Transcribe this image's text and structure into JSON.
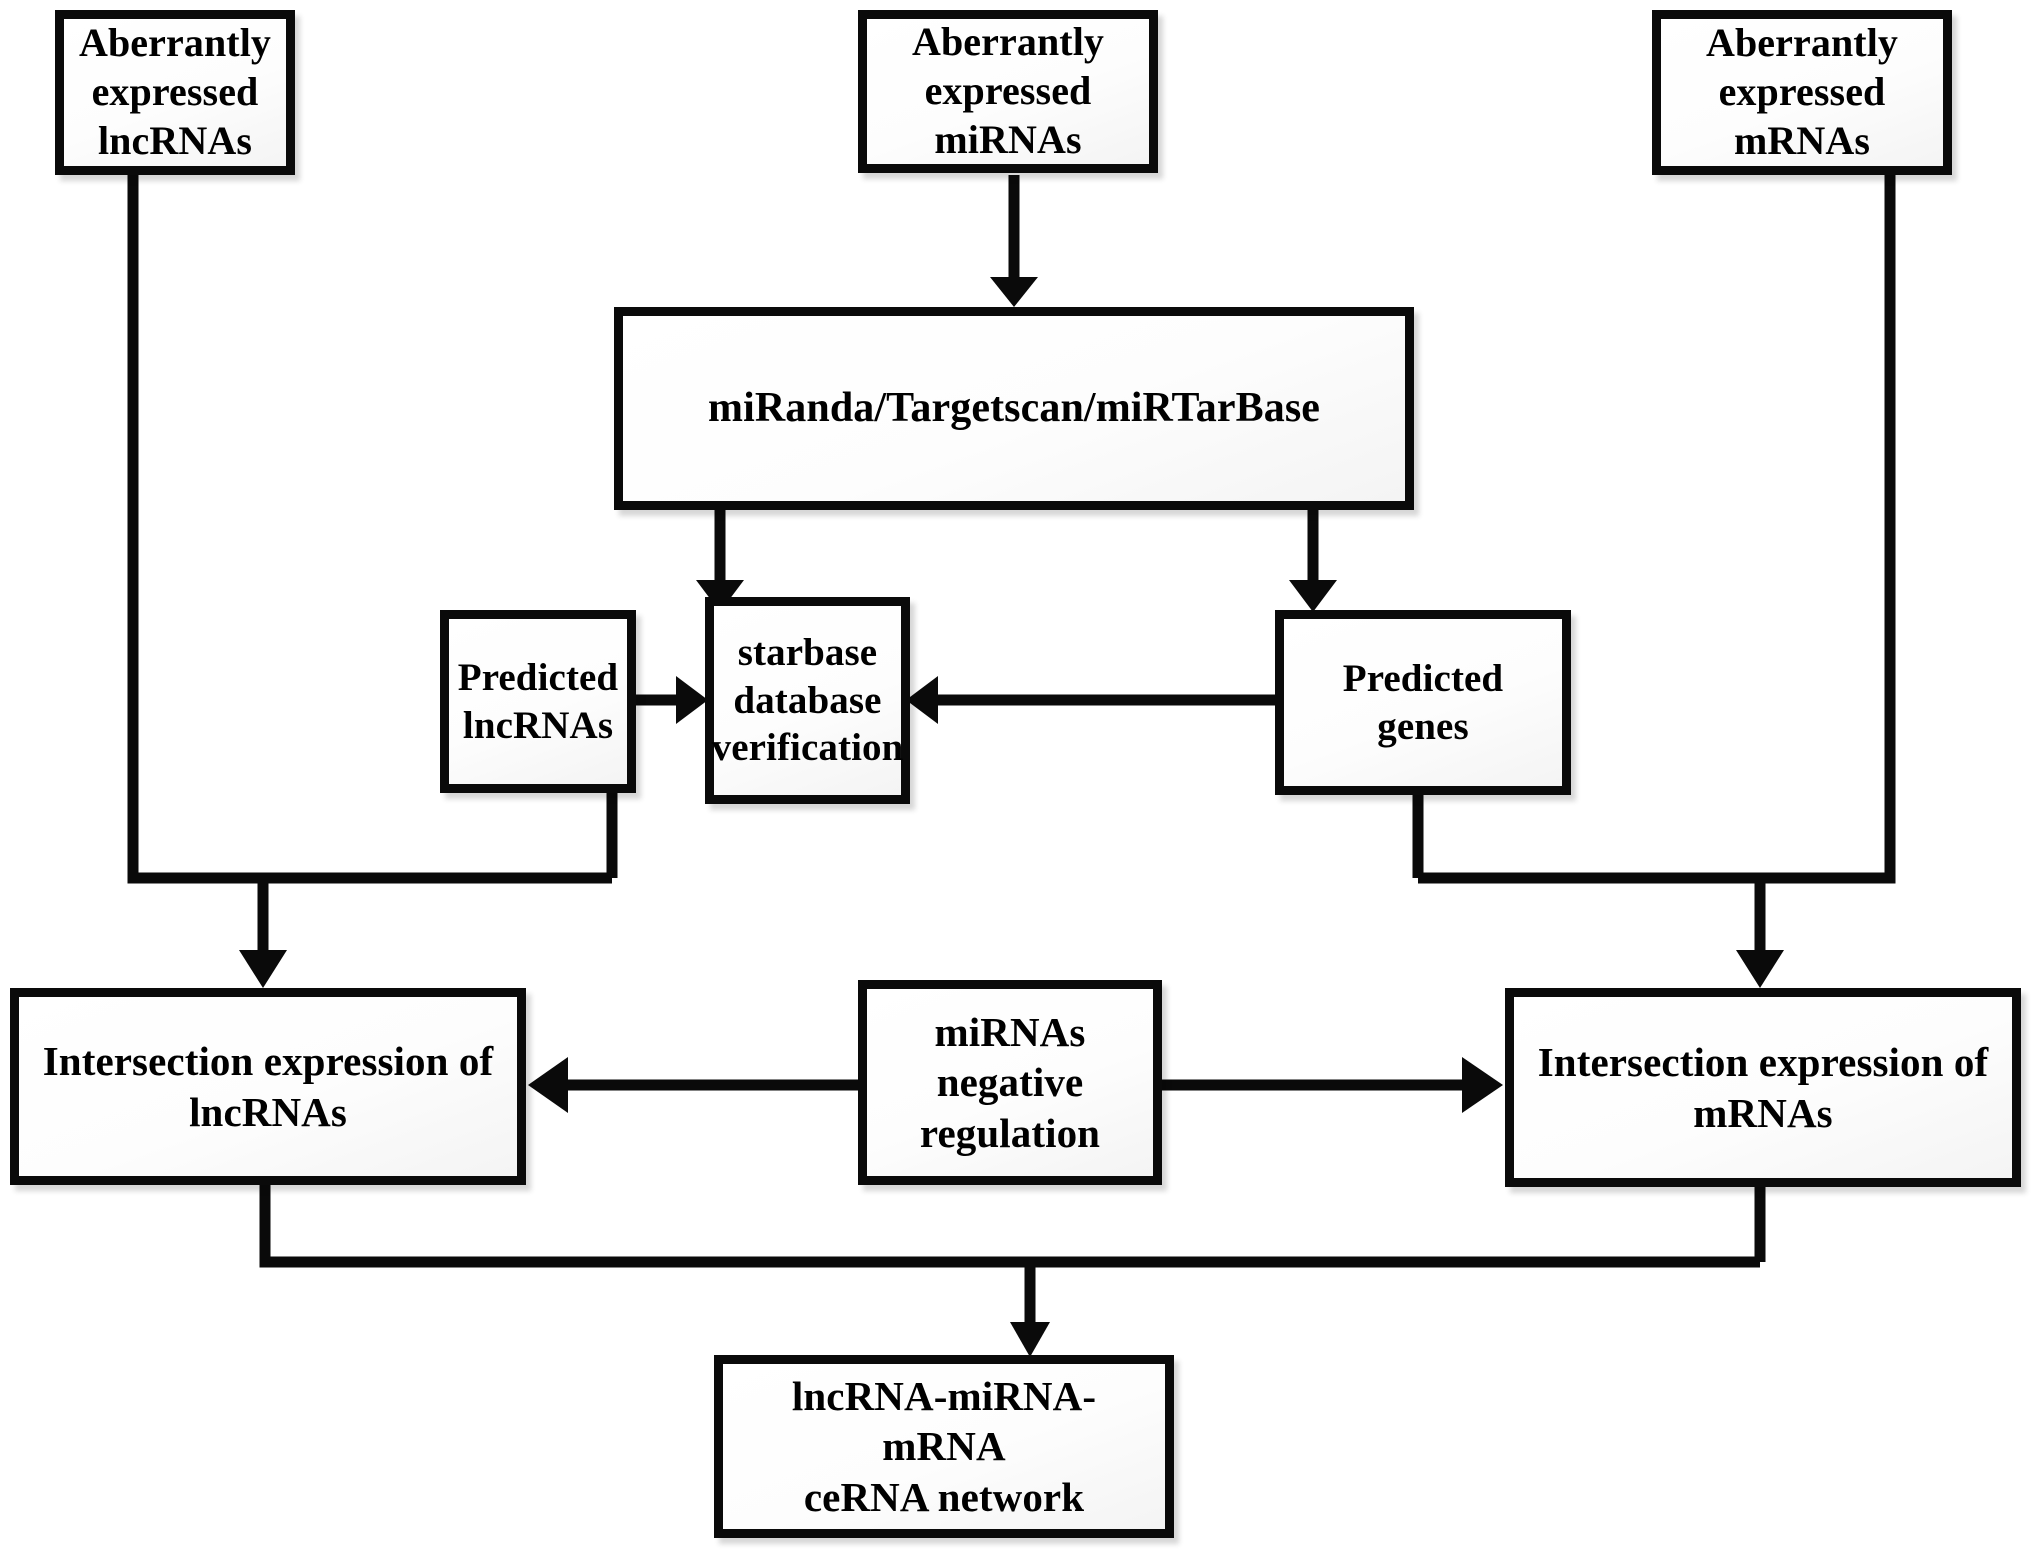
{
  "diagram": {
    "title": "lncRNA-miRNA-mRNA ceRNA network construction flowchart",
    "type": "flowchart",
    "background_color": "#ffffff",
    "node_border_color": "#0a0a0a",
    "node_fill_color": "#ffffff",
    "text_color": "#000000",
    "nodes": [
      {
        "id": "lnc_source",
        "label": "Aberrantly\nexpressed\nlncRNAs"
      },
      {
        "id": "mir_source",
        "label": "Aberrantly\nexpressed\nmiRNAs"
      },
      {
        "id": "mrna_source",
        "label": "Aberrantly\nexpressed\nmRNAs"
      },
      {
        "id": "tools",
        "label": "miRanda/Targetscan/miRTarBase"
      },
      {
        "id": "pred_lnc",
        "label": "Predicted\nlncRNAs"
      },
      {
        "id": "starbase",
        "label": "starbase\ndatabase\nverification"
      },
      {
        "id": "pred_genes",
        "label": "Predicted\ngenes"
      },
      {
        "id": "int_lnc",
        "label": "Intersection expression of\nlncRNAs"
      },
      {
        "id": "neg_reg",
        "label": "miRNAs\nnegative\nregulation"
      },
      {
        "id": "int_mrna",
        "label": "Intersection expression of\nmRNAs"
      },
      {
        "id": "cerna",
        "label": "lncRNA-miRNA-mRNA\nceRNA network"
      }
    ],
    "edges": [
      {
        "from": "mir_source",
        "to": "tools",
        "arrow": "down"
      },
      {
        "from": "tools",
        "to": "pred_lnc",
        "arrow": "down"
      },
      {
        "from": "tools",
        "to": "pred_genes",
        "arrow": "down"
      },
      {
        "from": "pred_lnc",
        "to": "starbase",
        "arrow": "right"
      },
      {
        "from": "pred_genes",
        "to": "starbase",
        "arrow": "left"
      },
      {
        "from": "lnc_source",
        "to": "int_lnc",
        "arrow": "down"
      },
      {
        "from": "pred_lnc",
        "to": "int_lnc",
        "arrow": "down"
      },
      {
        "from": "mrna_source",
        "to": "int_mrna",
        "arrow": "down"
      },
      {
        "from": "pred_genes",
        "to": "int_mrna",
        "arrow": "down"
      },
      {
        "from": "neg_reg",
        "to": "int_lnc",
        "arrow": "left"
      },
      {
        "from": "neg_reg",
        "to": "int_mrna",
        "arrow": "right"
      },
      {
        "from": "int_lnc",
        "to": "cerna",
        "arrow": "down"
      },
      {
        "from": "int_mrna",
        "to": "cerna",
        "arrow": "down"
      }
    ]
  }
}
